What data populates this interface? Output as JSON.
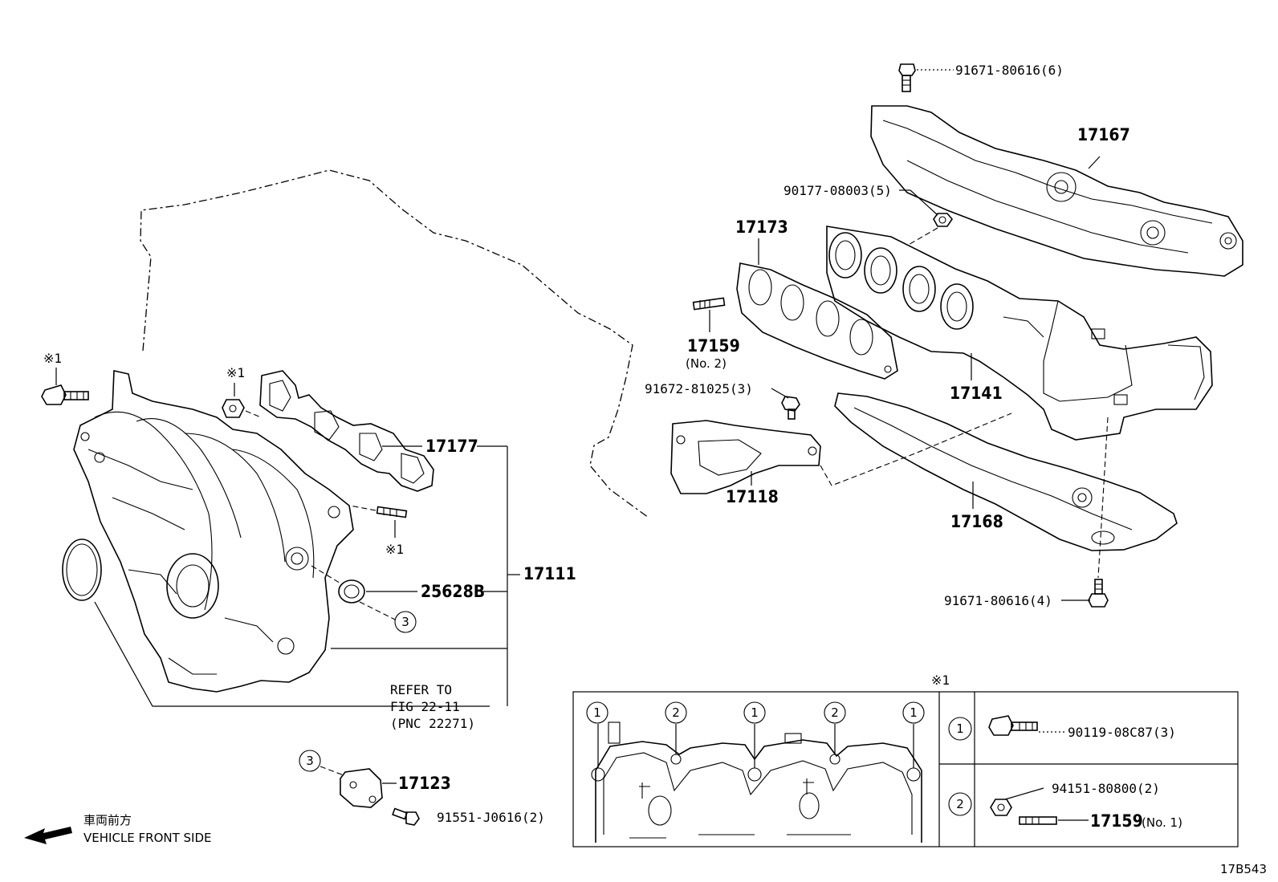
{
  "labels": {
    "bolt_91671_80616_6": "91671-80616(6)",
    "p17167": "17167",
    "nut_90177_08003_5": "90177-08003(5)",
    "p17173": "17173",
    "p17159_no2": "17159",
    "no2": "(No. 2)",
    "bolt_91672_81025_3": "91672-81025(3)",
    "p17141": "17141",
    "p17118": "17118",
    "p17168": "17168",
    "bolt_91671_80616_4": "91671-80616(4)",
    "ref_x1_a": "※1",
    "ref_x1_b": "※1",
    "ref_x1_c": "※1",
    "ref_x1_table": "※1",
    "p17177": "17177",
    "p25628b": "25628B",
    "p17111": "17111",
    "refer_to": "REFER TO",
    "fig_ref": "FIG 22-11",
    "pnc_ref": "(PNC 22271)",
    "p17123": "17123",
    "bolt_91551_j0616_2": "91551-J0616(2)",
    "vehicle_front_jp": "車両前方",
    "vehicle_front_en": "VEHICLE FRONT SIDE",
    "diagram_code": "17B543"
  },
  "callouts": {
    "c3_a": "3",
    "c3_b": "3",
    "t1a": "1",
    "t2a": "2",
    "t1b": "1",
    "t2b": "2",
    "t1c": "1",
    "legend1": "1",
    "legend2": "2"
  },
  "table": {
    "row1_part": "90119-08C87(3)",
    "row2_part_a": "94151-80800(2)",
    "row2_part_b": "17159",
    "row2_part_b_note": "(No. 1)"
  }
}
